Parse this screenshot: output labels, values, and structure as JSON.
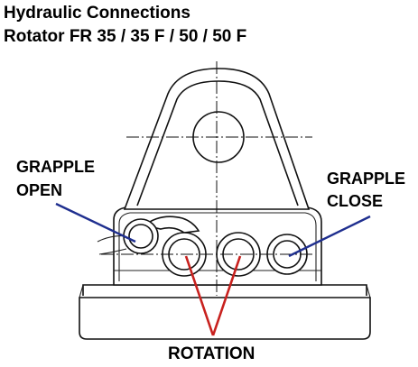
{
  "title": {
    "line1": "Hydraulic Connections",
    "line2": "Rotator FR 35 / 35 F / 50 / 50 F"
  },
  "labels": {
    "grapple_open": [
      "GRAPPLE",
      "OPEN"
    ],
    "grapple_close": [
      "GRAPPLE",
      "CLOSE"
    ],
    "rotation": "ROTATION"
  },
  "colors": {
    "open_pointer": "#1f2f8f",
    "close_pointer": "#1f2f8f",
    "rotation_pointer": "#c8211e",
    "drawing_ink": "#111111"
  }
}
